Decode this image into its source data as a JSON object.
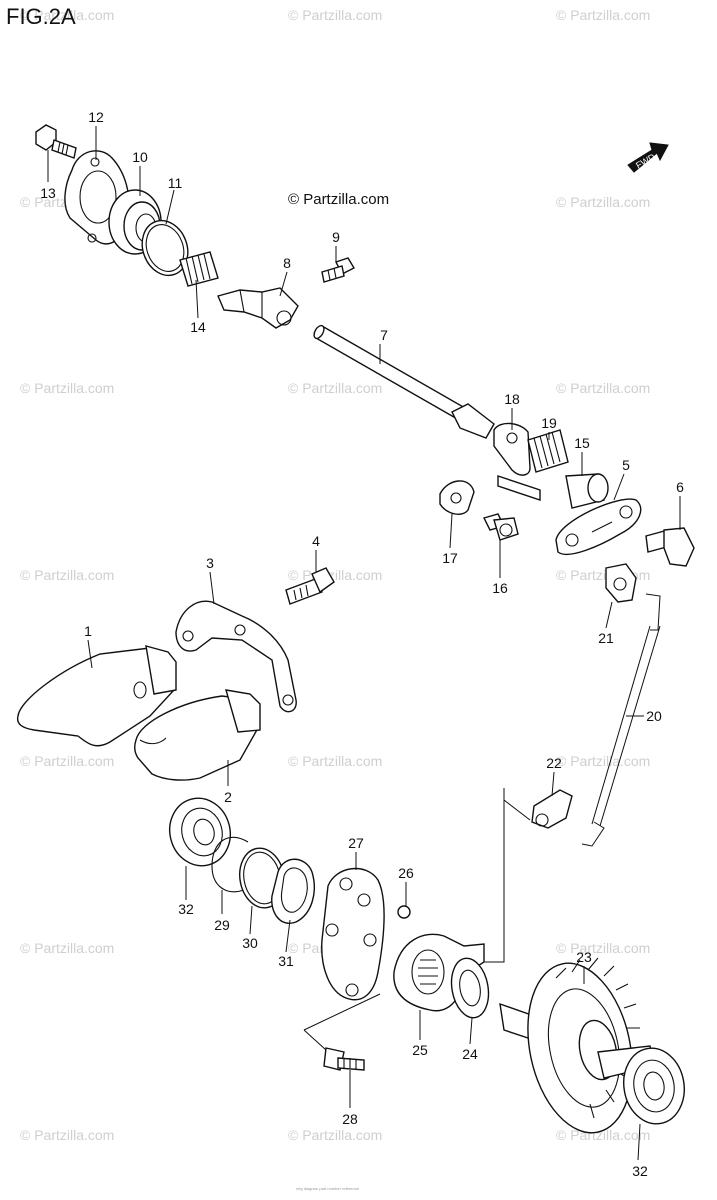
{
  "figure": {
    "title": "FIG.2A",
    "copyright": "© Partzilla.com",
    "footer": "mfg diagram part number reference"
  },
  "watermark": "© Partzilla.com",
  "fwd_label": "FWD",
  "callouts": [
    {
      "id": "c1",
      "text": "1"
    },
    {
      "id": "c2",
      "text": "2"
    },
    {
      "id": "c3",
      "text": "3"
    },
    {
      "id": "c4",
      "text": "4"
    },
    {
      "id": "c5",
      "text": "5"
    },
    {
      "id": "c6",
      "text": "6"
    },
    {
      "id": "c7",
      "text": "7"
    },
    {
      "id": "c8",
      "text": "8"
    },
    {
      "id": "c9",
      "text": "9"
    },
    {
      "id": "c10",
      "text": "10"
    },
    {
      "id": "c11",
      "text": "11"
    },
    {
      "id": "c12",
      "text": "12"
    },
    {
      "id": "c13",
      "text": "13"
    },
    {
      "id": "c14",
      "text": "14"
    },
    {
      "id": "c15",
      "text": "15"
    },
    {
      "id": "c16",
      "text": "16"
    },
    {
      "id": "c17",
      "text": "17"
    },
    {
      "id": "c18",
      "text": "18"
    },
    {
      "id": "c19",
      "text": "19"
    },
    {
      "id": "c20",
      "text": "20"
    },
    {
      "id": "c21",
      "text": "21"
    },
    {
      "id": "c22",
      "text": "22"
    },
    {
      "id": "c23",
      "text": "23"
    },
    {
      "id": "c24",
      "text": "24"
    },
    {
      "id": "c25",
      "text": "25"
    },
    {
      "id": "c26",
      "text": "26"
    },
    {
      "id": "c27",
      "text": "27"
    },
    {
      "id": "c28",
      "text": "28"
    },
    {
      "id": "c29",
      "text": "29"
    },
    {
      "id": "c30",
      "text": "30"
    },
    {
      "id": "c31",
      "text": "31"
    },
    {
      "id": "c32a",
      "text": "32"
    },
    {
      "id": "c32b",
      "text": "32"
    }
  ]
}
